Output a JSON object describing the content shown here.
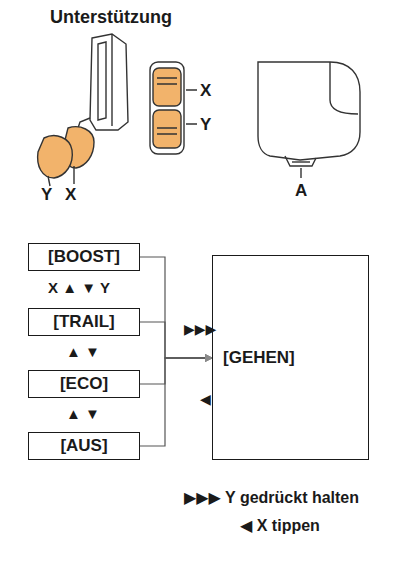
{
  "diagram": {
    "title": "Unterstützung",
    "nodes": [
      {
        "text": [
          "[BOOST]"
        ]
      },
      {
        "text": [
          "[TRAIL]"
        ]
      },
      {
        "text": [
          "[ECO]"
        ]
      },
      {
        "text": [
          "[AUS]"
        ]
      },
      {
        "text": [
          "[GEHEN]"
        ]
      }
    ],
    "edges": [
      {
        "from": 0,
        "to": 4,
        "arrow": "to"
      },
      {
        "from": 1,
        "to": 4,
        "arrow": "to"
      },
      {
        "from": 2,
        "to": 4,
        "arrow": "to"
      },
      {
        "from": 3,
        "to": 4,
        "arrow": "to"
      }
    ],
    "labels": [
      "Y",
      "X",
      "X",
      "Y",
      "A",
      "X ▲ ▼ Y",
      "▲ ▼",
      "▲ ▼",
      "▶▶▶",
      "◀"
    ],
    "legend": [
      {
        "text": "▶▶▶ Y gedrückt halten"
      },
      {
        "text": "◀ X tippen"
      }
    ]
  }
}
